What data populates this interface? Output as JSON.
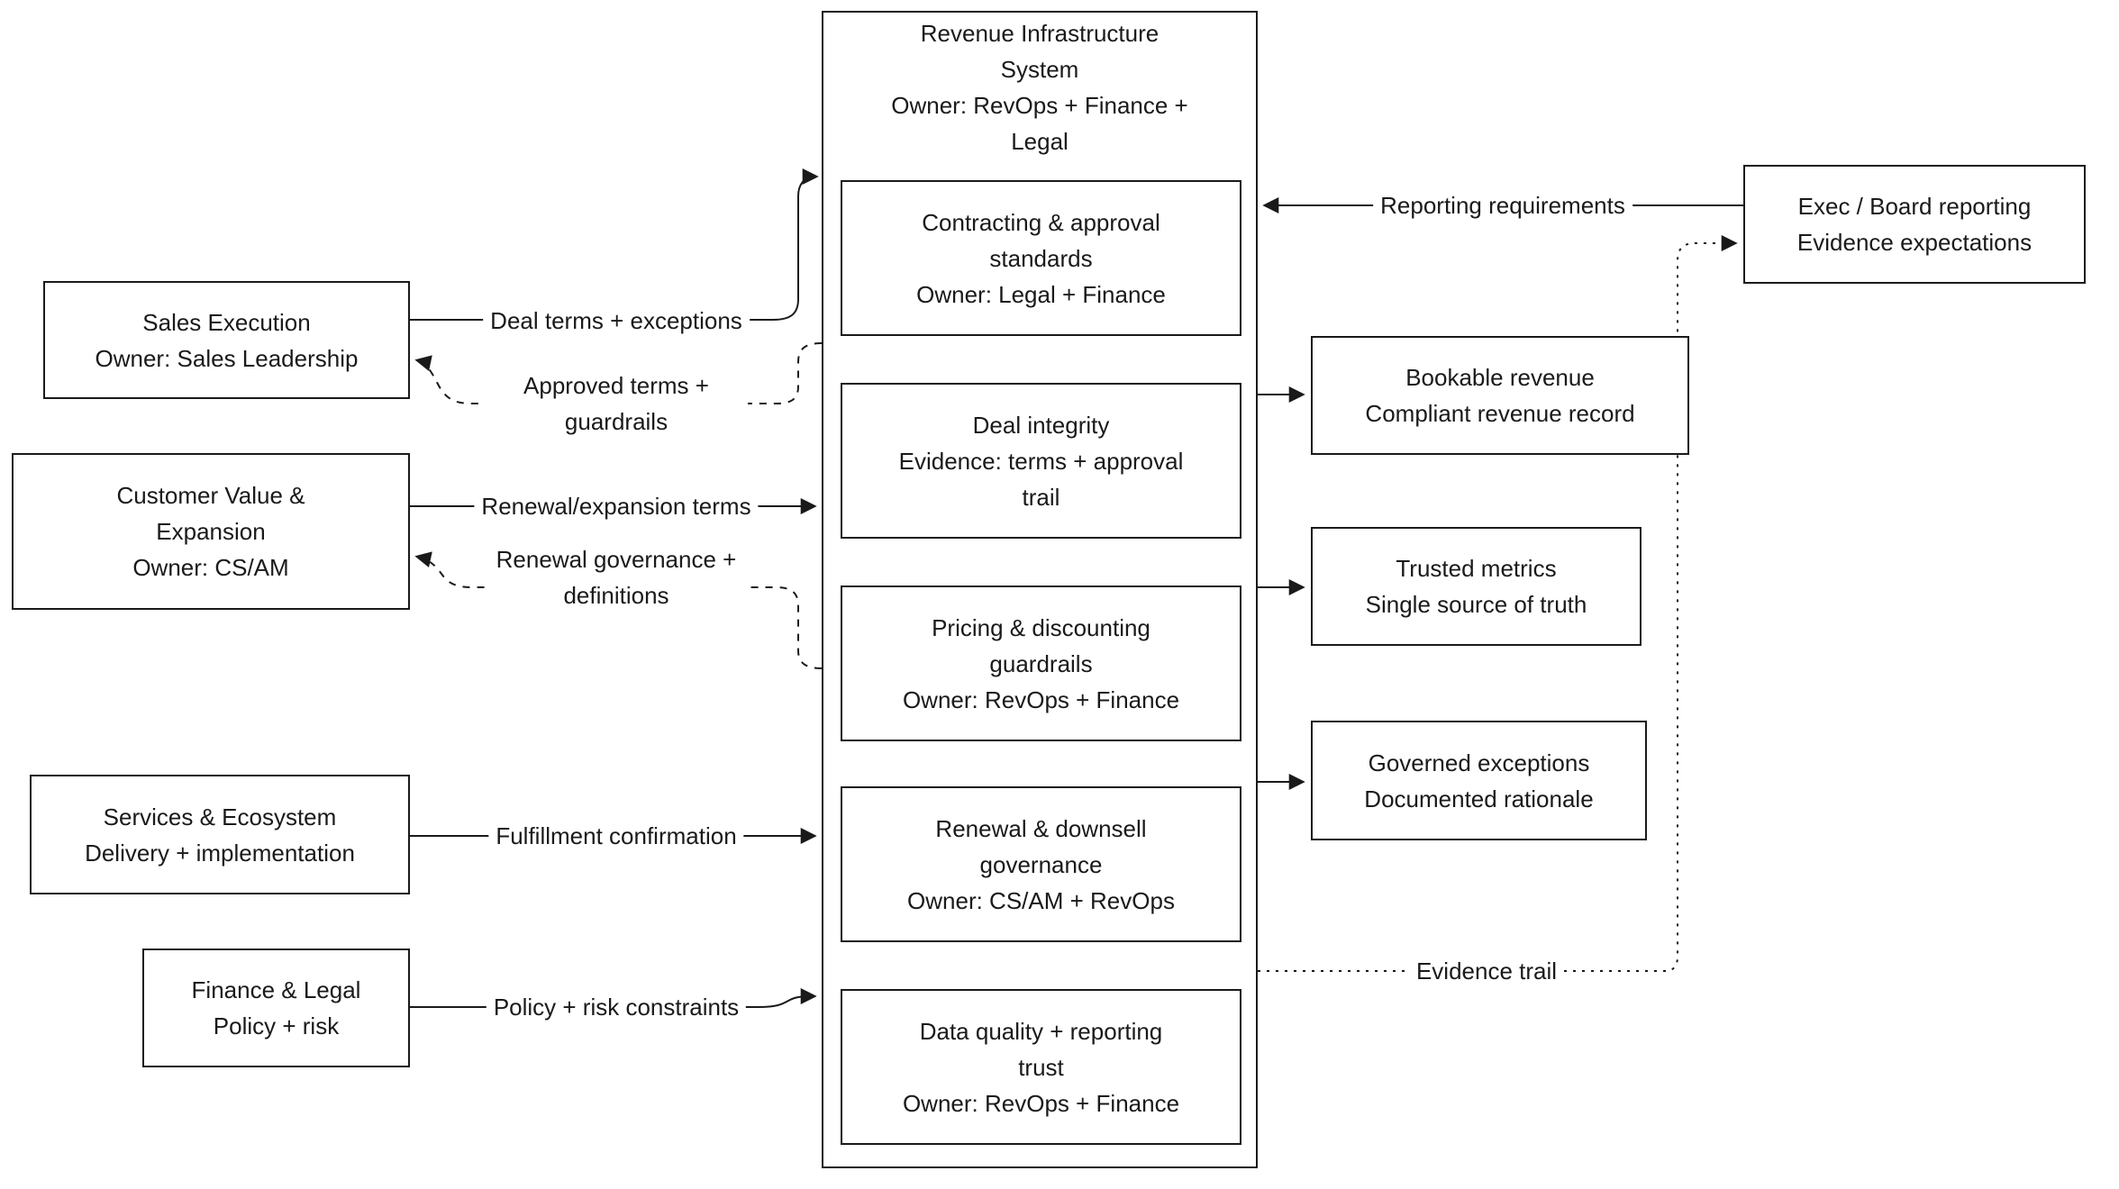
{
  "diagram": {
    "title_node": {
      "title": "Revenue Infrastructure System",
      "owner": "Owner: RevOps + Finance + Legal"
    },
    "components": [
      {
        "title": "Contracting & approval standards",
        "subtitle": "Owner: Legal + Finance"
      },
      {
        "title": "Deal integrity",
        "subtitle": "Evidence: terms + approval trail"
      },
      {
        "title": "Pricing & discounting guardrails",
        "subtitle": "Owner: RevOps + Finance"
      },
      {
        "title": "Renewal & downsell governance",
        "subtitle": "Owner: CS/AM + RevOps"
      },
      {
        "title": "Data quality + reporting trust",
        "subtitle": "Owner: RevOps + Finance"
      }
    ],
    "left_nodes": [
      {
        "title": "Sales Execution",
        "subtitle": "Owner: Sales Leadership"
      },
      {
        "title": "Customer Value & Expansion",
        "subtitle": "Owner: CS/AM"
      },
      {
        "title": "Services & Ecosystem",
        "subtitle": "Delivery + implementation"
      },
      {
        "title": "Finance & Legal",
        "subtitle": "Policy + risk"
      }
    ],
    "right_nodes": [
      {
        "title": "Exec / Board reporting",
        "subtitle": "Evidence expectations"
      },
      {
        "title": "Bookable revenue",
        "subtitle": "Compliant revenue record"
      },
      {
        "title": "Trusted metrics",
        "subtitle": "Single source of truth"
      },
      {
        "title": "Governed exceptions",
        "subtitle": "Documented rationale"
      }
    ],
    "edges": [
      {
        "label": "Deal terms + exceptions",
        "from": "Sales Execution",
        "to": "Revenue Infrastructure System",
        "style": "solid"
      },
      {
        "label": "Approved terms + guardrails",
        "from": "Revenue Infrastructure System",
        "to": "Sales Execution",
        "style": "dashed"
      },
      {
        "label": "Renewal/expansion terms",
        "from": "Customer Value & Expansion",
        "to": "Revenue Infrastructure System",
        "style": "solid"
      },
      {
        "label": "Renewal governance + definitions",
        "from": "Revenue Infrastructure System",
        "to": "Customer Value & Expansion",
        "style": "dashed"
      },
      {
        "label": "Fulfillment confirmation",
        "from": "Services & Ecosystem",
        "to": "Revenue Infrastructure System",
        "style": "solid"
      },
      {
        "label": "Policy + risk constraints",
        "from": "Finance & Legal",
        "to": "Revenue Infrastructure System",
        "style": "solid"
      },
      {
        "label": "Reporting requirements",
        "from": "Exec / Board reporting",
        "to": "Revenue Infrastructure System",
        "style": "solid"
      },
      {
        "label": "Evidence trail",
        "from": "Revenue Infrastructure System",
        "to": "Exec / Board reporting",
        "style": "dotted"
      },
      {
        "label": "",
        "from": "Revenue Infrastructure System",
        "to": "Bookable revenue",
        "style": "solid"
      },
      {
        "label": "",
        "from": "Revenue Infrastructure System",
        "to": "Trusted metrics",
        "style": "solid"
      },
      {
        "label": "",
        "from": "Revenue Infrastructure System",
        "to": "Governed exceptions",
        "style": "solid"
      }
    ],
    "colors": {
      "stroke": "#1a1a1a",
      "text": "#1a1a1a",
      "background": "#ffffff"
    }
  }
}
